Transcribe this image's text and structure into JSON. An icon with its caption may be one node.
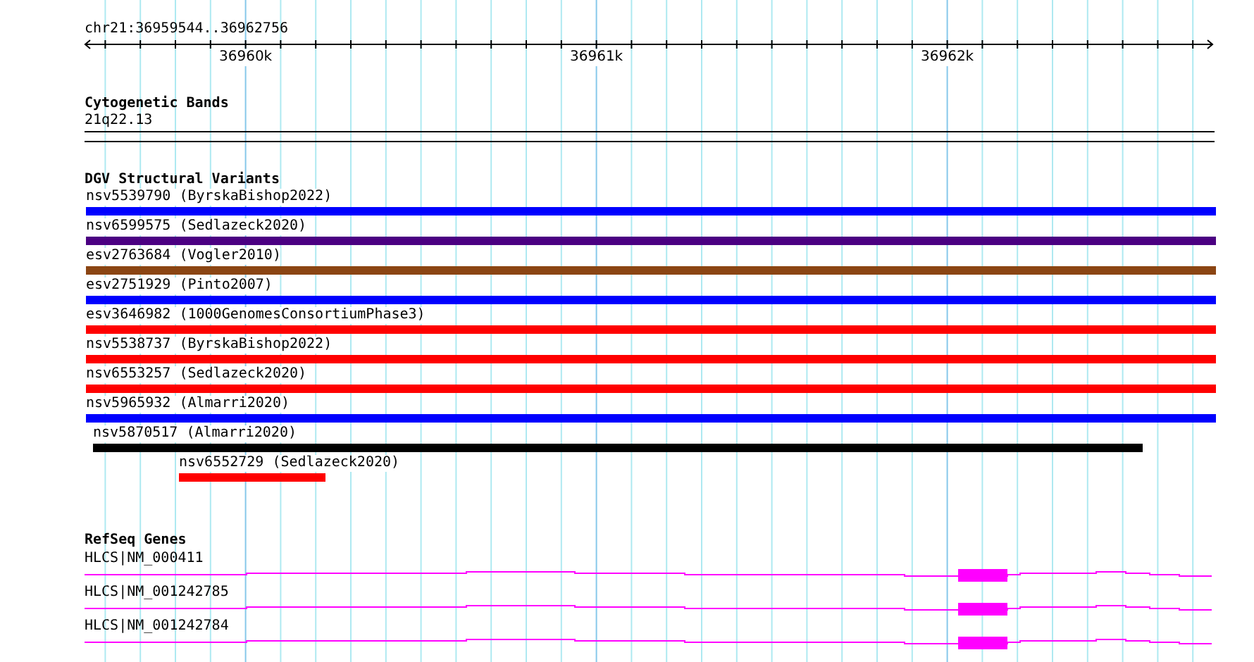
{
  "diagram": {
    "nodes": [
      {
        "text": [
          "nsv5539790 (ByrskaBishop2022)"
        ]
      },
      {
        "text": [
          "nsv6599575 (Sedlazeck2020)"
        ]
      },
      {
        "text": [
          "esv2763684 (Vogler2010)"
        ]
      },
      {
        "text": [
          "esv2751929 (Pinto2007)"
        ]
      },
      {
        "text": [
          "esv3646982 (1000GenomesConsortiumPhase3)"
        ]
      },
      {
        "text": [
          "nsv5538737 (ByrskaBishop2022)"
        ]
      },
      {
        "text": [
          "nsv6553257 (Sedlazeck2020)"
        ]
      },
      {
        "text": [
          "nsv5965932 (Almarri2020)"
        ]
      },
      {
        "text": [
          "nsv5870517 (Almarri2020)"
        ]
      },
      {
        "text": [
          "nsv6552729 (Sedlazeck2020)"
        ]
      },
      {
        "text": [
          "HLCS|NM_000411"
        ]
      },
      {
        "text": [
          "HLCS|NM_001242785"
        ]
      },
      {
        "text": [
          "HLCS|NM_001242784"
        ]
      }
    ],
    "labels": [
      "chr21:36959544..36962756",
      "36960k",
      "36961k",
      "36962k",
      "Cytogenetic Bands",
      "21q22.13",
      "DGV Structural Variants",
      "RefSeq Genes"
    ]
  }
}
